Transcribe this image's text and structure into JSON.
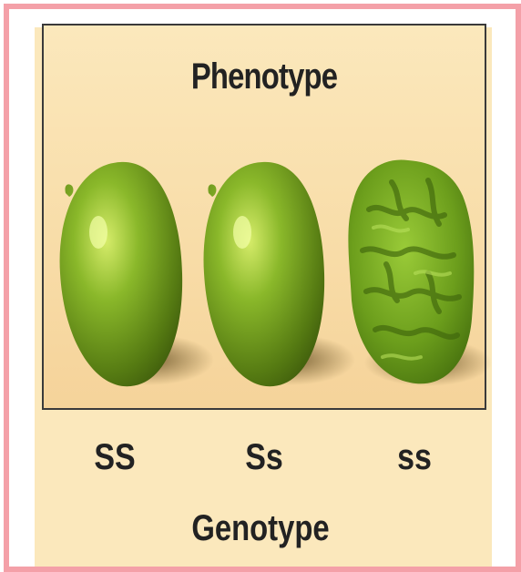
{
  "figure": {
    "phenotype_label": "Phenotype",
    "genotype_label": "Genotype",
    "peas": [
      {
        "genotype": "SS",
        "shape": "round"
      },
      {
        "genotype": "Ss",
        "shape": "round"
      },
      {
        "genotype": "ss",
        "shape": "wrinkled"
      }
    ],
    "colors": {
      "border": "#f4a0a8",
      "background": "#fbe8bc",
      "pea_green": "#6f9a1c"
    }
  }
}
